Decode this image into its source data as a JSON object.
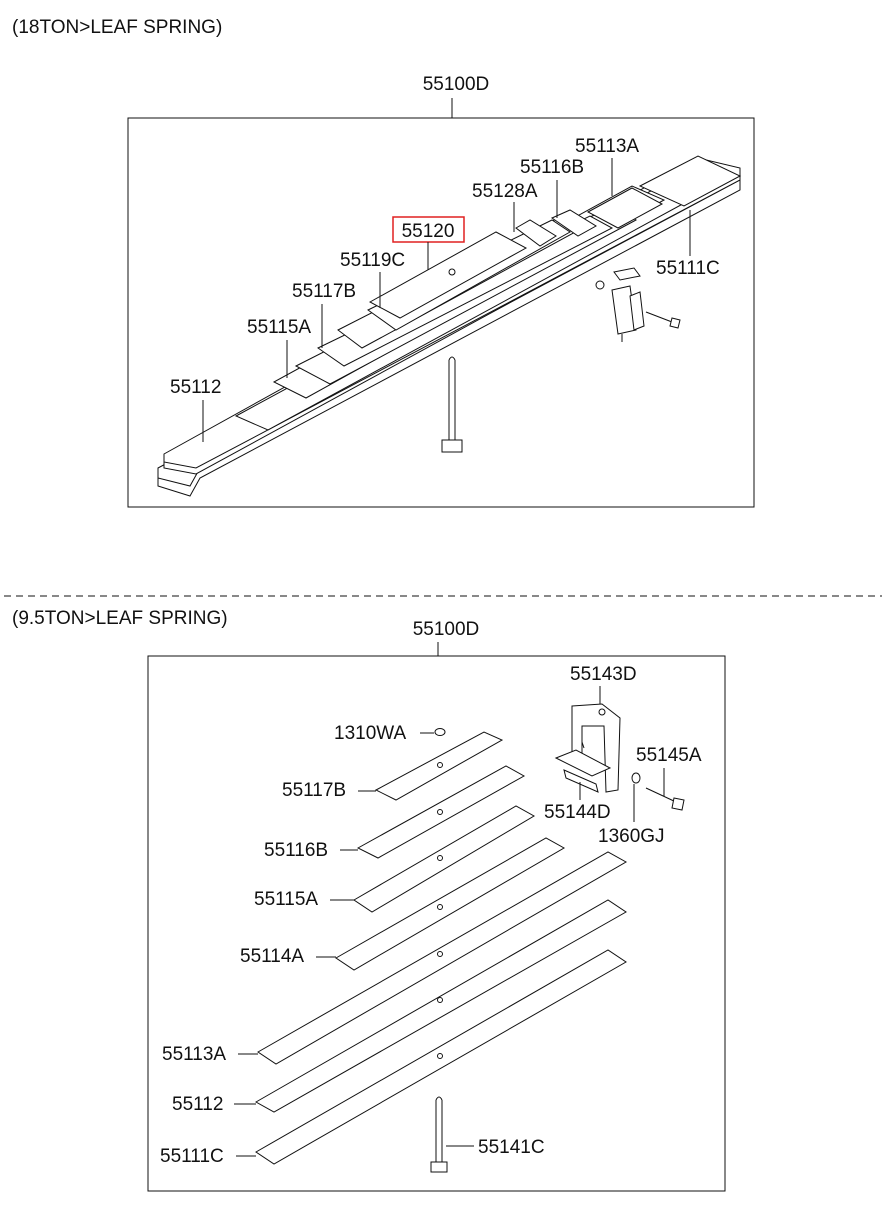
{
  "sections": [
    {
      "title": "(18TON>LEAF SPRING)",
      "assembly": "55100D"
    },
    {
      "title": "(9.5TON>LEAF SPRING)",
      "assembly": "55100D"
    }
  ],
  "top_labels": {
    "p55113A": "55113A",
    "p55116B": "55116B",
    "p55128A": "55128A",
    "p55120": "55120",
    "p55119C": "55119C",
    "p55111C": "55111C",
    "p55117B": "55117B",
    "p55115A": "55115A",
    "p55112": "55112"
  },
  "bottom_labels": {
    "p55143D": "55143D",
    "p1310WA": "1310WA",
    "p55145A": "55145A",
    "p55117B": "55117B",
    "p55144D": "55144D",
    "p1360GJ": "1360GJ",
    "p55116B": "55116B",
    "p55115A": "55115A",
    "p55114A": "55114A",
    "p55113A": "55113A",
    "p55112": "55112",
    "p55111C": "55111C",
    "p55141C": "55141C"
  },
  "highlight": {
    "part": "55120",
    "color": "#e02020"
  }
}
